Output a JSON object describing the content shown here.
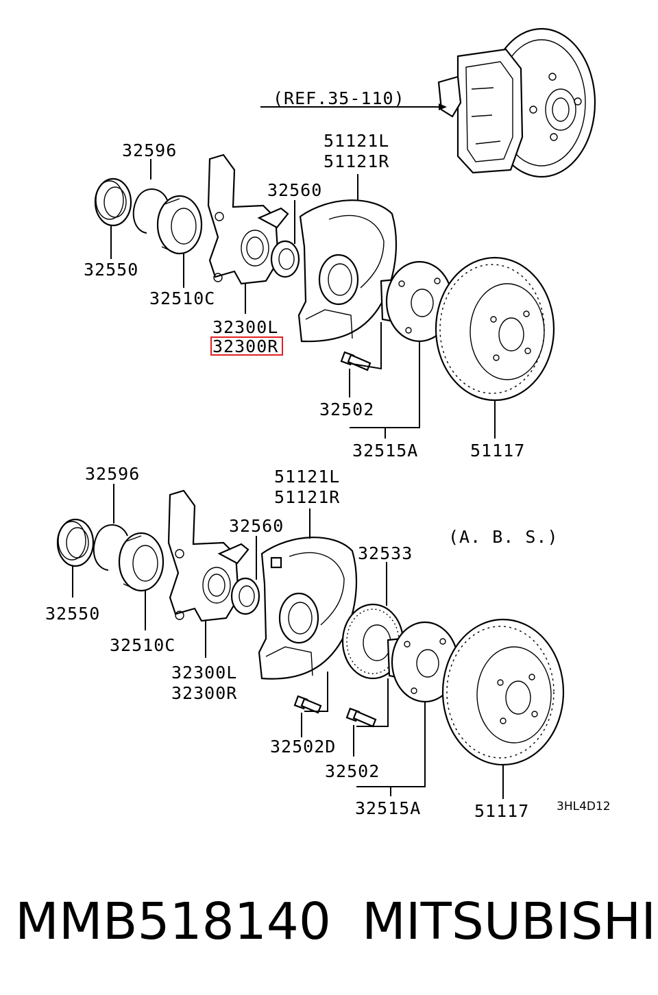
{
  "diagram": {
    "ref_label": "(REF.35-110)",
    "abs_label": "(A. B. S.)",
    "drawing_code": "3HL4D12",
    "highlighted_part": "32300R",
    "upper_assembly": {
      "label_32596": "32596",
      "label_51121L": "51121L",
      "label_51121R": "51121R",
      "label_32560": "32560",
      "label_32550": "32550",
      "label_32510C": "32510C",
      "label_32300L": "32300L",
      "label_32300R": "32300R",
      "label_32502": "32502",
      "label_32515A": "32515A",
      "label_51117": "51117"
    },
    "lower_assembly": {
      "label_32596": "32596",
      "label_51121L": "51121L",
      "label_51121R": "51121R",
      "label_32560": "32560",
      "label_32533": "32533",
      "label_32550": "32550",
      "label_32510C": "32510C",
      "label_32300L": "32300L",
      "label_32300R": "32300R",
      "label_32502D": "32502D",
      "label_32502": "32502",
      "label_32515A": "32515A",
      "label_51117": "51117"
    }
  },
  "footer": {
    "part_number": "MMB518140",
    "brand": "MITSUBISHI"
  },
  "colors": {
    "line": "#000000",
    "highlight": "#e02020",
    "background": "#ffffff"
  }
}
